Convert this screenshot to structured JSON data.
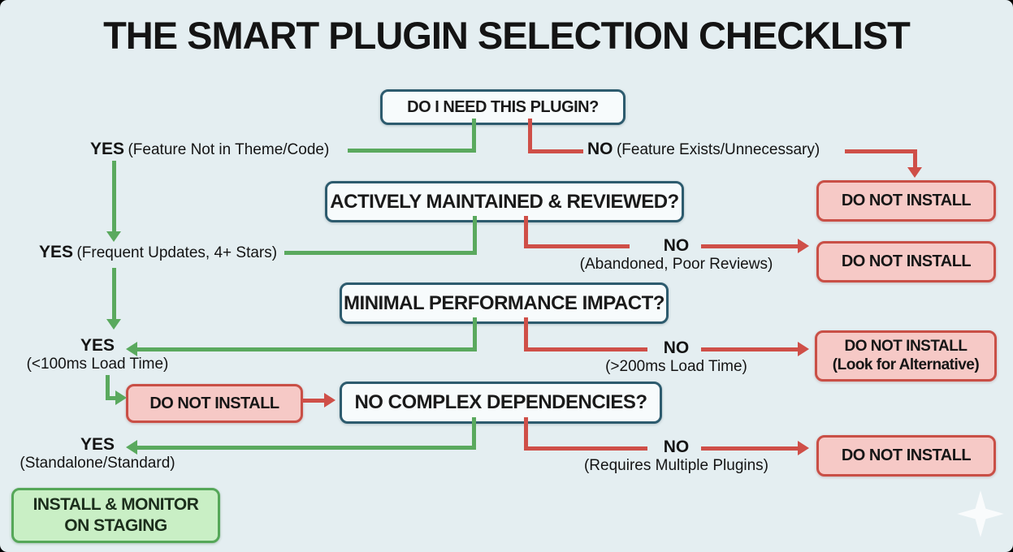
{
  "title": "THE SMART PLUGIN SELECTION CHECKLIST",
  "questions": {
    "q1": "DO I NEED THIS PLUGIN?",
    "q2": "ACTIVELY MAINTAINED & REVIEWED?",
    "q3": "MINIMAL PERFORMANCE IMPACT?",
    "q4": "NO COMPLEX DEPENDENCIES?"
  },
  "outcomes": {
    "dni1": "DO NOT INSTALL",
    "dni2": "DO NOT INSTALL",
    "dni3_line1": "DO NOT INSTALL",
    "dni3_line2": "(Look for Alternative)",
    "dni4": "DO NOT INSTALL",
    "dni5": "DO NOT INSTALL",
    "install_line1": "INSTALL & MONITOR",
    "install_line2": "ON STAGING"
  },
  "branches": {
    "yes1": {
      "word": "YES",
      "detail": "(Feature Not in Theme/Code)"
    },
    "no1": {
      "word": "NO",
      "detail": "(Feature Exists/Unnecessary)"
    },
    "yes2": {
      "word": "YES",
      "detail": "(Frequent Updates, 4+ Stars)"
    },
    "no2": {
      "word": "NO",
      "detail": "(Abandoned, Poor Reviews)"
    },
    "yes3": {
      "word": "YES",
      "detail": "(<100ms Load Time)"
    },
    "no3": {
      "word": "NO",
      "detail": "(>200ms Load Time)"
    },
    "yes4": {
      "word": "YES",
      "detail": "(Standalone/Standard)"
    },
    "no4": {
      "word": "NO",
      "detail": "(Requires Multiple Plugins)"
    }
  },
  "colors": {
    "background": "#e4eef1",
    "question_fill": "#f7fbfc",
    "question_border": "#2d5b6e",
    "stop_fill": "#f6c9c6",
    "stop_border": "#c94f46",
    "go_fill": "#c9efc5",
    "go_border": "#55a758",
    "yes_line": "#5aa95e",
    "no_line": "#cf4f48"
  },
  "icons": {
    "sparkle": "four-point-star-watermark"
  }
}
